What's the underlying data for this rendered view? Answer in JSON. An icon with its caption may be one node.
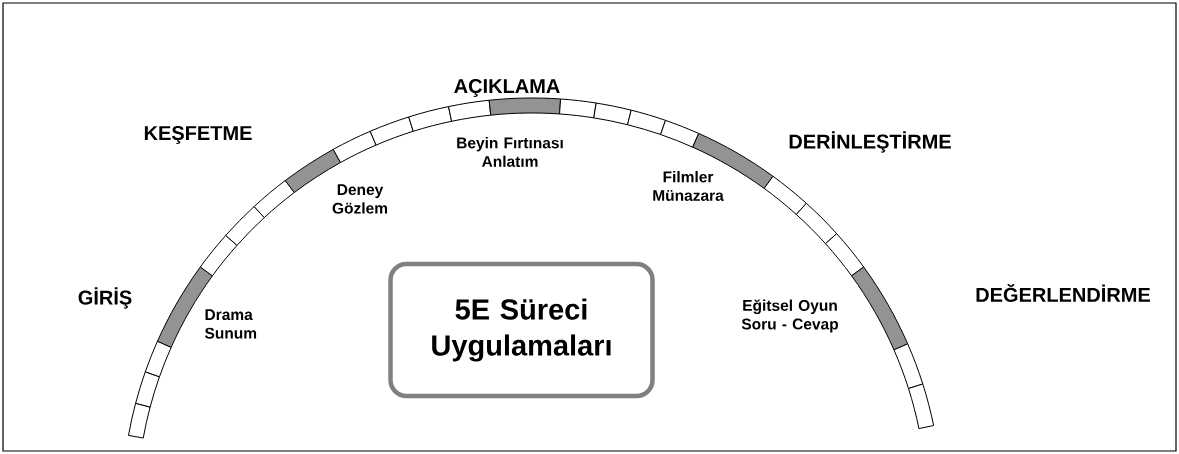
{
  "diagram": {
    "nodes": [
      {
        "text": [
          "5E Süreci Uygulamaları"
        ]
      }
    ],
    "labels": [
      "AÇIKLAMA",
      "KEŞFETME",
      "DERİNLEŞTİRME",
      "Beyin Fırtınası Anlatım",
      "Filmler Münazara",
      "Deney Gözlem",
      "GİRİŞ",
      "DEĞERLENDİRME",
      "Eğitsel Oyun Soru - Cevap",
      "Drama Sunum"
    ]
  }
}
